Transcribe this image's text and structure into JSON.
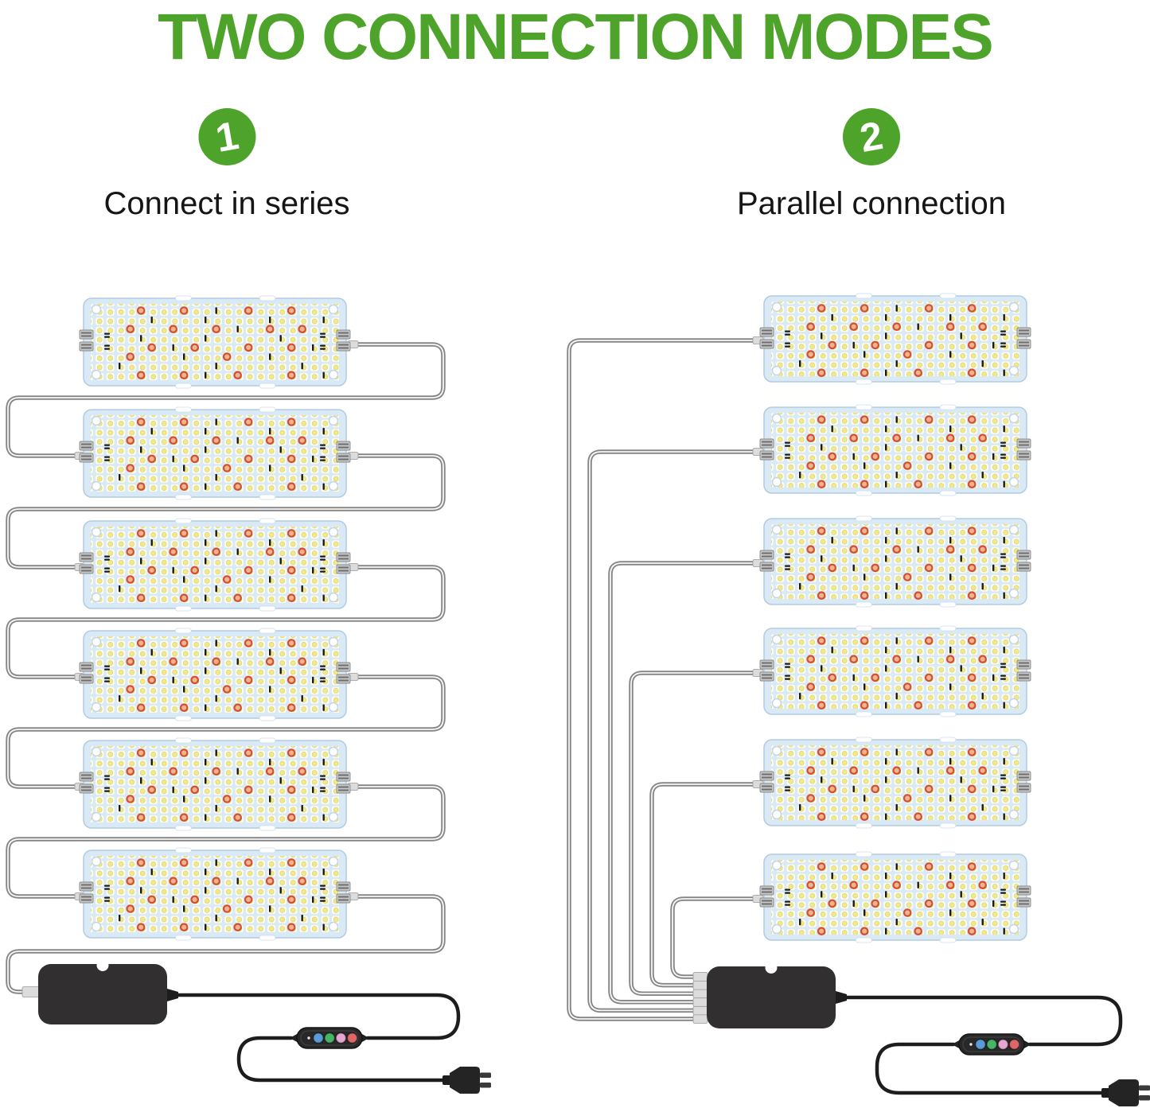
{
  "title": "TWO CONNECTION MODES",
  "modes": [
    {
      "badge": "1",
      "label": "Connect in series",
      "panel_count": 6
    },
    {
      "badge": "2",
      "label": "Parallel connection",
      "panel_count": 6
    }
  ],
  "colors": {
    "accent_green": "#4ea32a",
    "text_black": "#151515",
    "panel_bg": "#d9e9f6",
    "panel_border": "#b3cbdf",
    "led_white": "#fdfdf2",
    "led_yellow": "#f1e98f",
    "led_yellow_edge": "#ded264",
    "led_red_ring": "#d2502e",
    "led_red_fill": "#f0b291",
    "diode_black": "#1a1a1a",
    "wire_gray": "#858585",
    "wire_core": "#f7f7f7",
    "cable_black": "#1d1d1d",
    "adapter_black": "#312f30",
    "connector_gray": "#c6c6c6",
    "button_blue": "#5b9bd5",
    "button_green": "#46b564",
    "button_pink": "#e4a7d1",
    "button_red": "#dd6666"
  },
  "panel": {
    "rows": 8,
    "cols": 22,
    "red_positions": [
      [
        0,
        4
      ],
      [
        0,
        8
      ],
      [
        0,
        14
      ],
      [
        0,
        18
      ],
      [
        2,
        3
      ],
      [
        2,
        7
      ],
      [
        2,
        11
      ],
      [
        2,
        16
      ],
      [
        2,
        19
      ],
      [
        4,
        5
      ],
      [
        4,
        9
      ],
      [
        4,
        14
      ],
      [
        4,
        18
      ],
      [
        5,
        3
      ],
      [
        5,
        12
      ],
      [
        7,
        4
      ],
      [
        7,
        8
      ],
      [
        7,
        13
      ],
      [
        7,
        18
      ]
    ],
    "dash_positions": [
      [
        0,
        11
      ],
      [
        1,
        5
      ],
      [
        1,
        10
      ],
      [
        1,
        16
      ],
      [
        1,
        21
      ],
      [
        2,
        13
      ],
      [
        3,
        4
      ],
      [
        3,
        10
      ],
      [
        3,
        17
      ],
      [
        4,
        7
      ],
      [
        4,
        20
      ],
      [
        5,
        8
      ],
      [
        5,
        16
      ],
      [
        6,
        2
      ],
      [
        6,
        11
      ],
      [
        6,
        19
      ],
      [
        7,
        10
      ],
      [
        7,
        21
      ]
    ]
  }
}
